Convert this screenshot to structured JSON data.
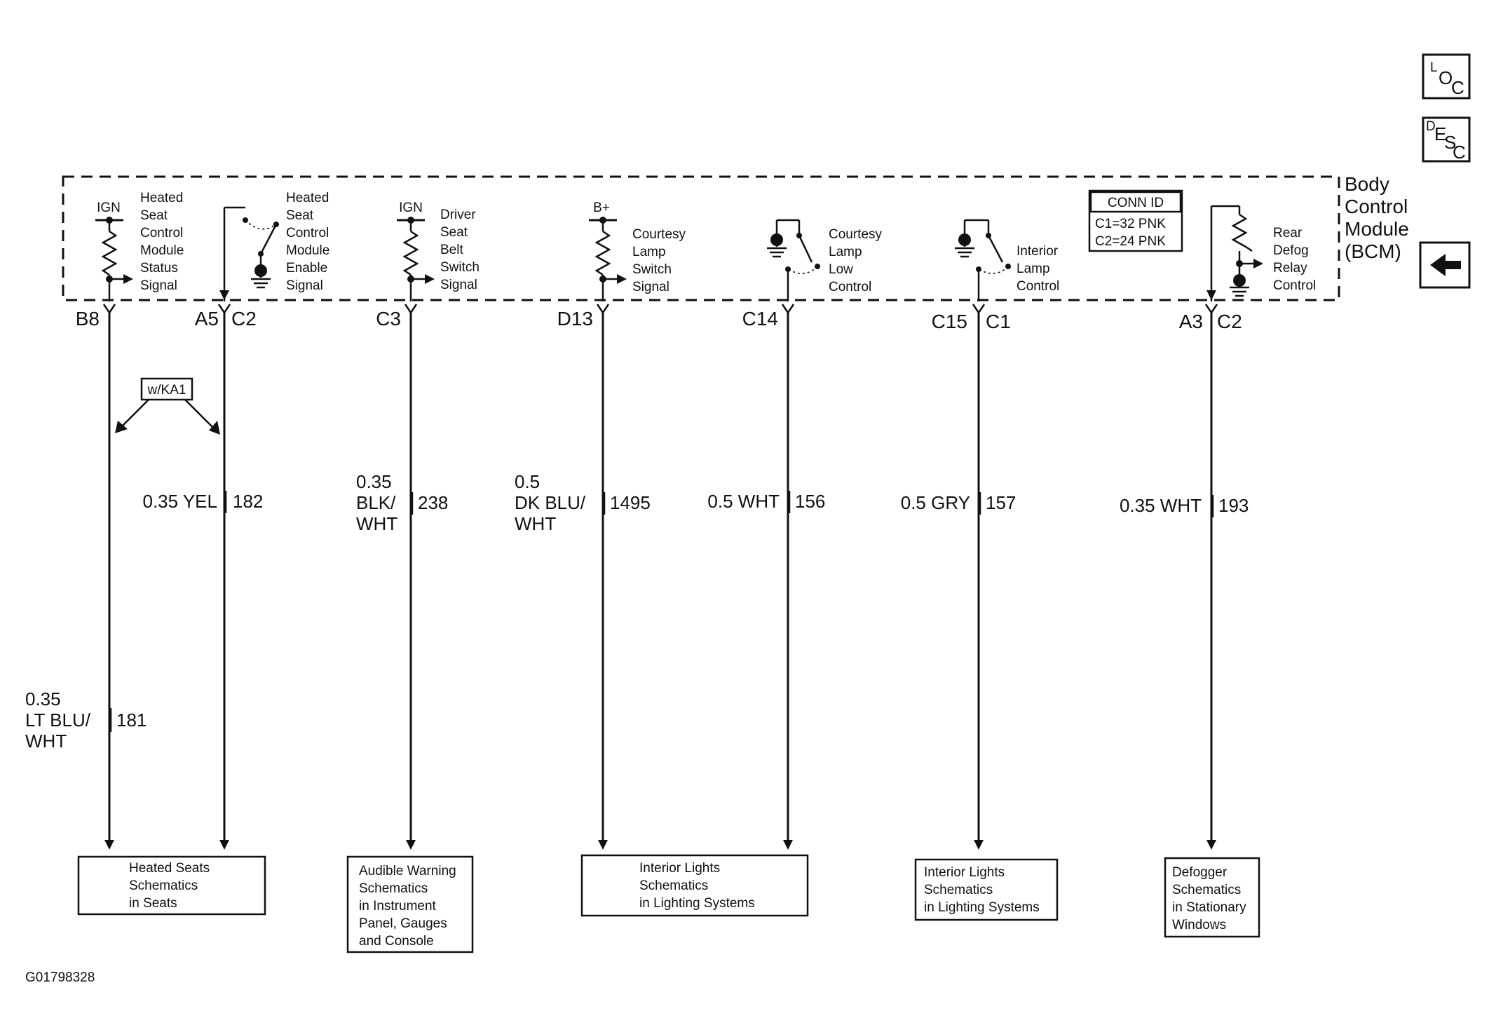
{
  "module": {
    "title_lines": [
      "Body",
      "Control",
      "Module",
      "(BCM)"
    ]
  },
  "side_buttons": {
    "loc": [
      "L",
      "O",
      "C"
    ],
    "desc": [
      "D",
      "E",
      "S",
      "C"
    ]
  },
  "conn_id": {
    "title": "CONN ID",
    "lines": [
      "C1=32 PNK",
      "C2=24 PNK"
    ]
  },
  "circuits": [
    {
      "id": "hs-status",
      "source": "IGN",
      "label_lines": [
        "Heated",
        "Seat",
        "Control",
        "Module",
        "Status",
        "Signal"
      ],
      "pins": [
        "B8"
      ],
      "wire_lines": [
        "0.35",
        "LT BLU/",
        "WHT"
      ],
      "circuit_no": "181"
    },
    {
      "id": "hs-enable",
      "source": "",
      "label_lines": [
        "Heated",
        "Seat",
        "Control",
        "Module",
        "Enable",
        "Signal"
      ],
      "pins": [
        "A5",
        "C2"
      ],
      "wire_lines": [
        "0.35 YEL"
      ],
      "circuit_no": "182"
    },
    {
      "id": "seat-belt",
      "source": "IGN",
      "label_lines": [
        "Driver",
        "Seat",
        "Belt",
        "Switch",
        "Signal"
      ],
      "pins": [
        "C3"
      ],
      "wire_lines": [
        "0.35",
        "BLK/",
        "WHT"
      ],
      "circuit_no": "238"
    },
    {
      "id": "courtesy-switch",
      "source": "B+",
      "label_lines": [
        "Courtesy",
        "Lamp",
        "Switch",
        "Signal"
      ],
      "pins": [
        "D13"
      ],
      "wire_lines": [
        "0.5",
        "DK BLU/",
        "WHT"
      ],
      "circuit_no": "1495"
    },
    {
      "id": "courtesy-low",
      "source": "",
      "label_lines": [
        "Courtesy",
        "Lamp",
        "Low",
        "Control"
      ],
      "pins": [
        "C14"
      ],
      "wire_lines": [
        "0.5 WHT"
      ],
      "circuit_no": "156"
    },
    {
      "id": "interior-lamp",
      "source": "",
      "label_lines": [
        "Interior",
        "Lamp",
        "Control"
      ],
      "pins": [
        "C15",
        "C1"
      ],
      "wire_lines": [
        "0.5 GRY"
      ],
      "circuit_no": "157"
    },
    {
      "id": "rear-defog",
      "source": "",
      "label_lines": [
        "Rear",
        "Defog",
        "Relay",
        "Control"
      ],
      "pins": [
        "A3",
        "C2"
      ],
      "wire_lines": [
        "0.35 WHT"
      ],
      "circuit_no": "193"
    }
  ],
  "option_tag": "w/KA1",
  "destinations": [
    {
      "id": "heated-seats",
      "lines": [
        "Heated Seats",
        "Schematics",
        "in Seats"
      ]
    },
    {
      "id": "audible-warning",
      "lines": [
        "Audible Warning",
        "Schematics",
        "in Instrument",
        "Panel, Gauges",
        "and Console"
      ]
    },
    {
      "id": "interior-lights-1",
      "lines": [
        "Interior Lights",
        "Schematics",
        "in Lighting Systems"
      ]
    },
    {
      "id": "interior-lights-2",
      "lines": [
        "Interior Lights",
        "Schematics",
        "in Lighting Systems"
      ]
    },
    {
      "id": "defogger",
      "lines": [
        "Defogger",
        "Schematics",
        "in Stationary",
        "Windows"
      ]
    }
  ],
  "figure_id": "G01798328"
}
